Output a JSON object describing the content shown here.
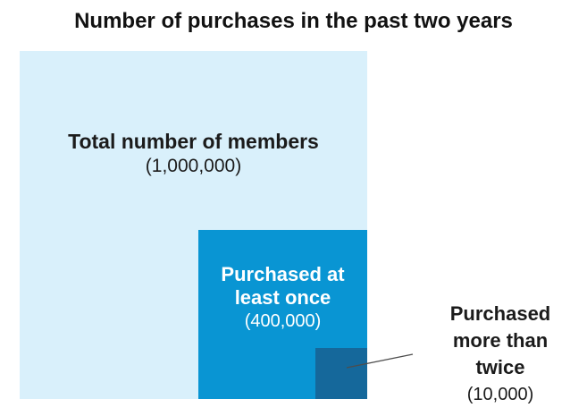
{
  "title": "Number of purchases in the past two years",
  "outer_square": {
    "label": "Total number of members",
    "value": "(1,000,000)"
  },
  "middle_square": {
    "label_lines": [
      "Purchased at",
      "least once"
    ],
    "value": "(400,000)"
  },
  "inner_square": {
    "label_lines": [
      "Purchased",
      "more than",
      "twice"
    ],
    "value": "(10,000)"
  },
  "colors": {
    "outer_fill": "#d9f0fb",
    "middle_fill": "#0995d3",
    "inner_fill": "#15689b",
    "connector_line": "#4d4d4d",
    "text_dark": "#1b1b1b",
    "text_light": "#ffffff"
  },
  "chart_data": {
    "type": "area",
    "variant": "nested proportional squares",
    "title": "Number of purchases in the past two years",
    "categories": [
      "Total number of members",
      "Purchased at least once",
      "Purchased more than twice"
    ],
    "values": [
      1000000,
      400000,
      10000
    ],
    "value_labels": [
      "(1,000,000)",
      "(400,000)",
      "(10,000)"
    ],
    "legend": false,
    "grid": false,
    "layout": "squares nested at shared bottom-right corner, smallest value annotated by external callout with connector line"
  }
}
